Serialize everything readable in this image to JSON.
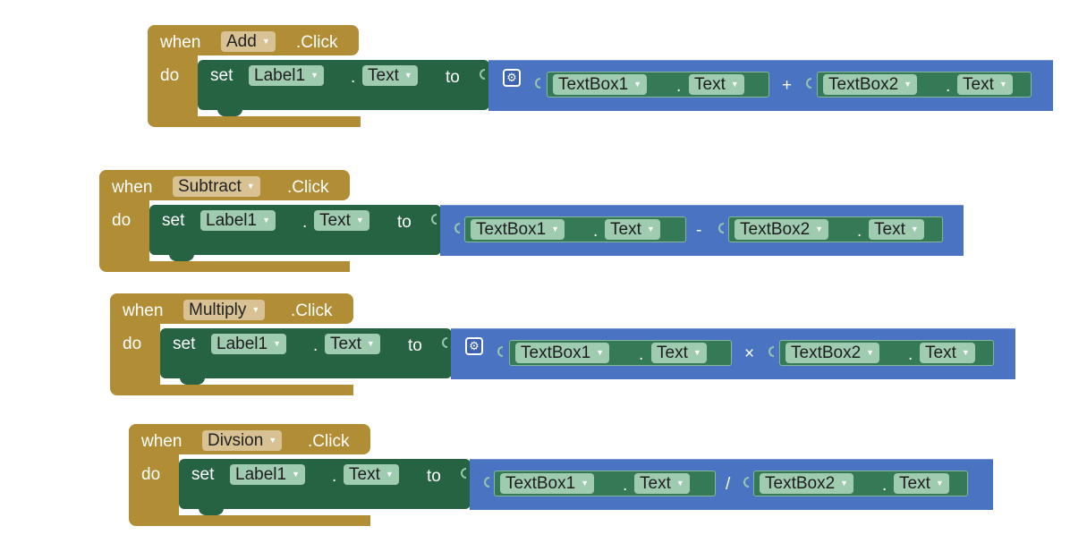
{
  "blocks": [
    {
      "event_keyword": "when",
      "component": "Add",
      "event_name": ".Click",
      "do_keyword": "do",
      "set_keyword": "set",
      "target_component": "Label1",
      "dot": ".",
      "property": "Text",
      "to_keyword": "to",
      "has_mutator": true,
      "left": {
        "component": "TextBox1",
        "dot": ".",
        "property": "Text"
      },
      "operator": "+",
      "right": {
        "component": "TextBox2",
        "dot": ".",
        "property": "Text"
      }
    },
    {
      "event_keyword": "when",
      "component": "Subtract",
      "event_name": ".Click",
      "do_keyword": "do",
      "set_keyword": "set",
      "target_component": "Label1",
      "dot": ".",
      "property": "Text",
      "to_keyword": "to",
      "has_mutator": false,
      "left": {
        "component": "TextBox1",
        "dot": ".",
        "property": "Text"
      },
      "operator": "-",
      "right": {
        "component": "TextBox2",
        "dot": ".",
        "property": "Text"
      }
    },
    {
      "event_keyword": "when",
      "component": "Multiply",
      "event_name": ".Click",
      "do_keyword": "do",
      "set_keyword": "set",
      "target_component": "Label1",
      "dot": ".",
      "property": "Text",
      "to_keyword": "to",
      "has_mutator": true,
      "left": {
        "component": "TextBox1",
        "dot": ".",
        "property": "Text"
      },
      "operator": "×",
      "right": {
        "component": "TextBox2",
        "dot": ".",
        "property": "Text"
      }
    },
    {
      "event_keyword": "when",
      "component": "Divsion",
      "event_name": ".Click",
      "do_keyword": "do",
      "set_keyword": "set",
      "target_component": "Label1",
      "dot": ".",
      "property": "Text",
      "to_keyword": "to",
      "has_mutator": false,
      "left": {
        "component": "TextBox1",
        "dot": ".",
        "property": "Text"
      },
      "operator": "/",
      "right": {
        "component": "TextBox2",
        "dot": ".",
        "property": "Text"
      }
    }
  ],
  "icons": {
    "dropdown": "dropdown-arrow-icon",
    "mutator": "gear-icon"
  },
  "colors": {
    "event": "#b18e35",
    "setter": "#266343",
    "math": "#4a74c1",
    "getter": "#357a57"
  }
}
